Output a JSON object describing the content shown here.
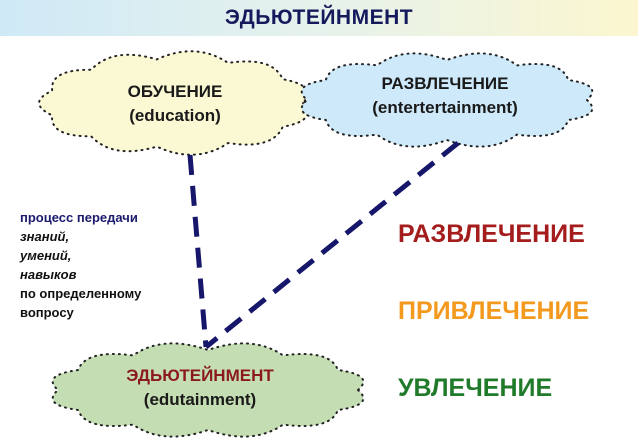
{
  "title": "ЭДЬЮТЕЙНМЕНТ",
  "clouds": {
    "education": {
      "title": "ОБУЧЕНИЕ",
      "subtitle": "(education)",
      "fill": "#fbf9d3"
    },
    "entertainment": {
      "title": "РАЗВЛЕЧЕНИЕ",
      "subtitle": "(entertertainment)",
      "fill": "#cde9fa"
    },
    "edutainment": {
      "title": "ЭДЬЮТЕЙНМЕНТ",
      "subtitle": "(edutainment)",
      "fill": "#c4ddb2",
      "title_color": "#8b1a1a"
    }
  },
  "process_text": [
    "процесс передачи",
    "знаний,",
    "умений,",
    "навыков",
    "по определенному",
    "вопросу"
  ],
  "words": [
    {
      "text": "РАЗВЛЕЧЕНИЕ",
      "color": "#a41c1c"
    },
    {
      "text": "ПРИВЛЕЧЕНИЕ",
      "color": "#f39a1e"
    },
    {
      "text": "УВЛЕЧЕНИЕ",
      "color": "#1f7a2a"
    }
  ],
  "line_color": "#16166a"
}
